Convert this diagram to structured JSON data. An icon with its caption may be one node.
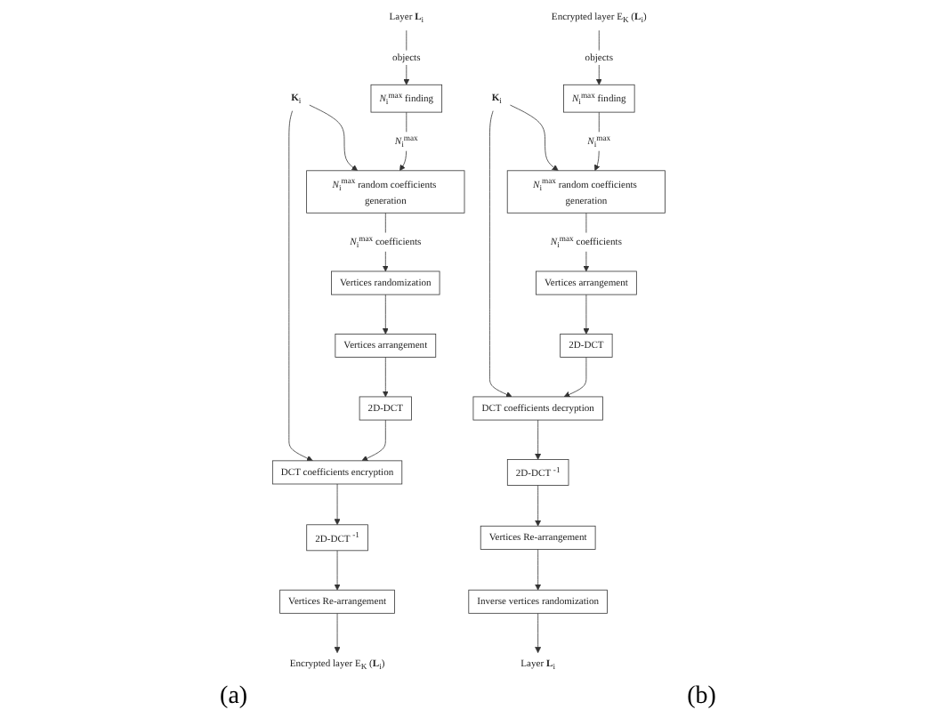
{
  "diagram": {
    "nodes": [
      {
        "text": [
          "Layer **L**$_{i}$"
        ]
      },
      {
        "text": [
          "**K**$_{i}$"
        ]
      },
      {
        "text": [
          "*N*$_{i}$$^{max}$ finding"
        ]
      },
      {
        "text": [
          "*N*$_{i}$$^{max}$ random coefficients generation"
        ]
      },
      {
        "text": [
          "Vertices randomization"
        ]
      },
      {
        "text": [
          "Vertices arrangement"
        ]
      },
      {
        "text": [
          "2D-DCT"
        ]
      },
      {
        "text": [
          "DCT coefficients encryption"
        ]
      },
      {
        "text": [
          "2D-DCT $^{-1}$"
        ]
      },
      {
        "text": [
          "Vertices Re-arrangement"
        ]
      },
      {
        "text": [
          "Encrypted layer E$_{K}$ (**L**$_{i}$)"
        ]
      },
      {
        "text": [
          "Encrypted layer E$_{K}$ (**L**$_{i}$)"
        ]
      },
      {
        "text": [
          "**K**$_{i}$"
        ]
      },
      {
        "text": [
          "*N*$_{i}$$^{max}$ finding"
        ]
      },
      {
        "text": [
          "*N*$_{i}$$^{max}$ random coefficients generation"
        ]
      },
      {
        "text": [
          "Vertices arrangement"
        ]
      },
      {
        "text": [
          "2D-DCT"
        ]
      },
      {
        "text": [
          "DCT coefficients decryption"
        ]
      },
      {
        "text": [
          "2D-DCT $^{-1}$"
        ]
      },
      {
        "text": [
          "Vertices Re-arrangement"
        ]
      },
      {
        "text": [
          "Inverse vertices randomization"
        ]
      },
      {
        "text": [
          "Layer **L**$_{i}$"
        ]
      }
    ],
    "edges": [
      {
        "from": 0,
        "to": 2,
        "arrow": "to",
        "label": "objects"
      },
      {
        "from": 2,
        "to": 3,
        "arrow": "to",
        "label": "*N*$_{i}$$^{max}$"
      },
      {
        "from": 1,
        "to": 3,
        "arrow": "to"
      },
      {
        "from": 1,
        "to": 7,
        "arrow": "to"
      },
      {
        "from": 3,
        "to": 4,
        "arrow": "to",
        "label": "*N*$_{i}$$^{max}$ coefficients"
      },
      {
        "from": 4,
        "to": 5,
        "arrow": "to"
      },
      {
        "from": 5,
        "to": 6,
        "arrow": "to"
      },
      {
        "from": 6,
        "to": 7,
        "arrow": "to"
      },
      {
        "from": 7,
        "to": 8,
        "arrow": "to"
      },
      {
        "from": 8,
        "to": 9,
        "arrow": "to"
      },
      {
        "from": 9,
        "to": 10,
        "arrow": "to"
      },
      {
        "from": 11,
        "to": 13,
        "arrow": "to",
        "label": "objects"
      },
      {
        "from": 13,
        "to": 14,
        "arrow": "to",
        "label": "*N*$_{i}$$^{max}$"
      },
      {
        "from": 12,
        "to": 14,
        "arrow": "to"
      },
      {
        "from": 12,
        "to": 17,
        "arrow": "to"
      },
      {
        "from": 14,
        "to": 15,
        "arrow": "to",
        "label": "*N*$_{i}$$^{max}$ coefficients"
      },
      {
        "from": 15,
        "to": 16,
        "arrow": "to"
      },
      {
        "from": 16,
        "to": 17,
        "arrow": "to"
      },
      {
        "from": 17,
        "to": 18,
        "arrow": "to"
      },
      {
        "from": 18,
        "to": 19,
        "arrow": "to"
      },
      {
        "from": 19,
        "to": 20,
        "arrow": "to"
      },
      {
        "from": 20,
        "to": 21,
        "arrow": "to"
      }
    ],
    "labels": [
      "(a)",
      "(b)"
    ]
  }
}
